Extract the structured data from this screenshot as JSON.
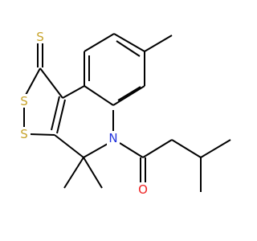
{
  "molecule": {
    "colors": {
      "bond": "#000000",
      "S": "#c7a32b",
      "N": "#2233dd",
      "O": "#ee2222"
    },
    "atoms": {
      "S_thione": "S",
      "S_ring_upper": "S",
      "S_ring_lower": "S",
      "N": "N",
      "O": "O"
    }
  }
}
